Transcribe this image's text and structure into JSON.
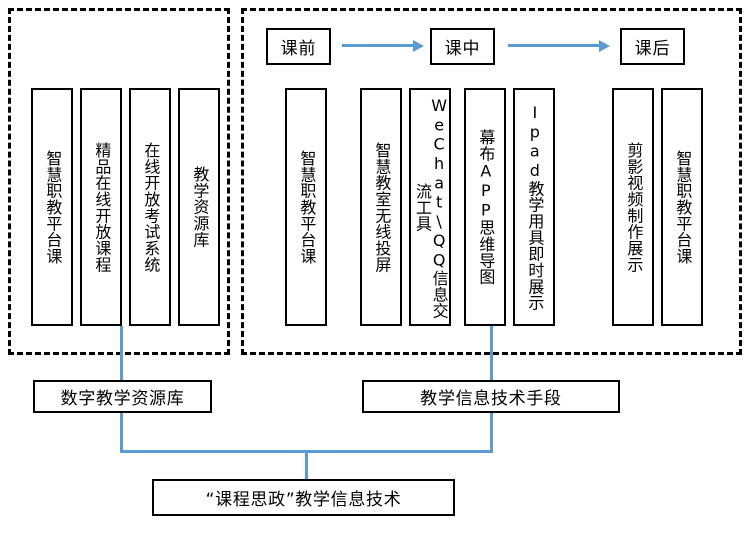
{
  "diagram": {
    "title": "“课程思政”教学信息技术",
    "accent_color": "#5b9bd5",
    "line_color": "#000000",
    "background": "#ffffff",
    "groups": [
      {
        "id": "left-group",
        "name": "digital-resources-group",
        "label": ""
      },
      {
        "id": "right-group",
        "name": "teaching-process-group",
        "label": ""
      }
    ],
    "stages": [
      {
        "label": "课前"
      },
      {
        "label": "课中"
      },
      {
        "label": "课后"
      }
    ],
    "arrows": [
      {
        "from": "课前",
        "to": "课中"
      },
      {
        "from": "课中",
        "to": "课后"
      }
    ],
    "left_items": [
      {
        "label": "智慧职教平台课"
      },
      {
        "label": "精品在线开放课程"
      },
      {
        "label": "在线开放考试系统"
      },
      {
        "label": "教学资源库"
      }
    ],
    "pre_class_items": [
      {
        "label": "智慧职教平台课"
      }
    ],
    "in_class_items": [
      {
        "label": "智慧教室无线投屏"
      },
      {
        "label": "WeChat\\QQ信息交流工具"
      },
      {
        "label": "幕布APP思维导图"
      },
      {
        "label": "Ipad教学用具即时展示"
      }
    ],
    "post_class_items": [
      {
        "label": "剪影视频制作展示"
      },
      {
        "label": "智慧职教平台课"
      }
    ],
    "summary_left": {
      "label": "数字教学资源库"
    },
    "summary_right": {
      "label": "教学信息技术手段"
    },
    "conclusion": {
      "label": "“课程思政”教学信息技术"
    }
  }
}
